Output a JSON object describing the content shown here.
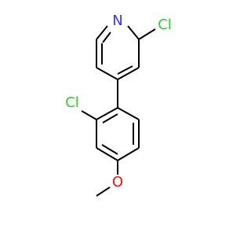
{
  "molecule": {
    "atoms": {
      "n1": "N",
      "cl1": "Cl",
      "cl2": "Cl",
      "o1": "O"
    }
  },
  "colors": {
    "background": "#ffffff",
    "bond": "#000000",
    "nitrogen": "#3333ff",
    "chlorine": "#33cc33",
    "oxygen": "#ff0d0d"
  }
}
